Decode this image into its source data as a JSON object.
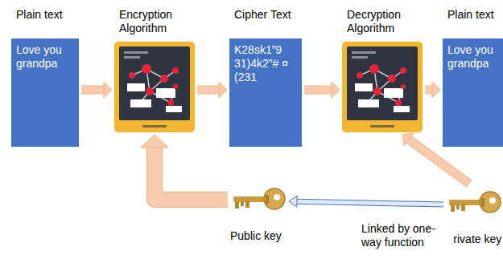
{
  "diagram": {
    "nodes": [
      {
        "text": [
          "Plain text",
          "Love you grandpa"
        ]
      },
      {
        "text": [
          "Encryption Algorithm"
        ]
      },
      {
        "text": [
          "Cipher Text",
          "K28sk1”9 31)4k2”# ¤(231"
        ]
      },
      {
        "text": [
          "Decryption Algorithm"
        ]
      },
      {
        "text": [
          "Plain text",
          "Love you grandpa"
        ]
      },
      {
        "text": [
          "Public key"
        ]
      },
      {
        "text": [
          "Private key"
        ]
      }
    ],
    "edges": [
      {
        "from": 0,
        "to": 1,
        "arrow": "to"
      },
      {
        "from": 1,
        "to": 2,
        "arrow": "to"
      },
      {
        "from": 2,
        "to": 3,
        "arrow": "to"
      },
      {
        "from": 3,
        "to": 4,
        "arrow": "to"
      },
      {
        "from": 5,
        "to": 1,
        "arrow": "to"
      },
      {
        "from": 6,
        "to": 5,
        "label": "Linked by one-way function",
        "arrow": "to"
      },
      {
        "from": 6,
        "to": 3,
        "arrow": "to"
      }
    ]
  }
}
